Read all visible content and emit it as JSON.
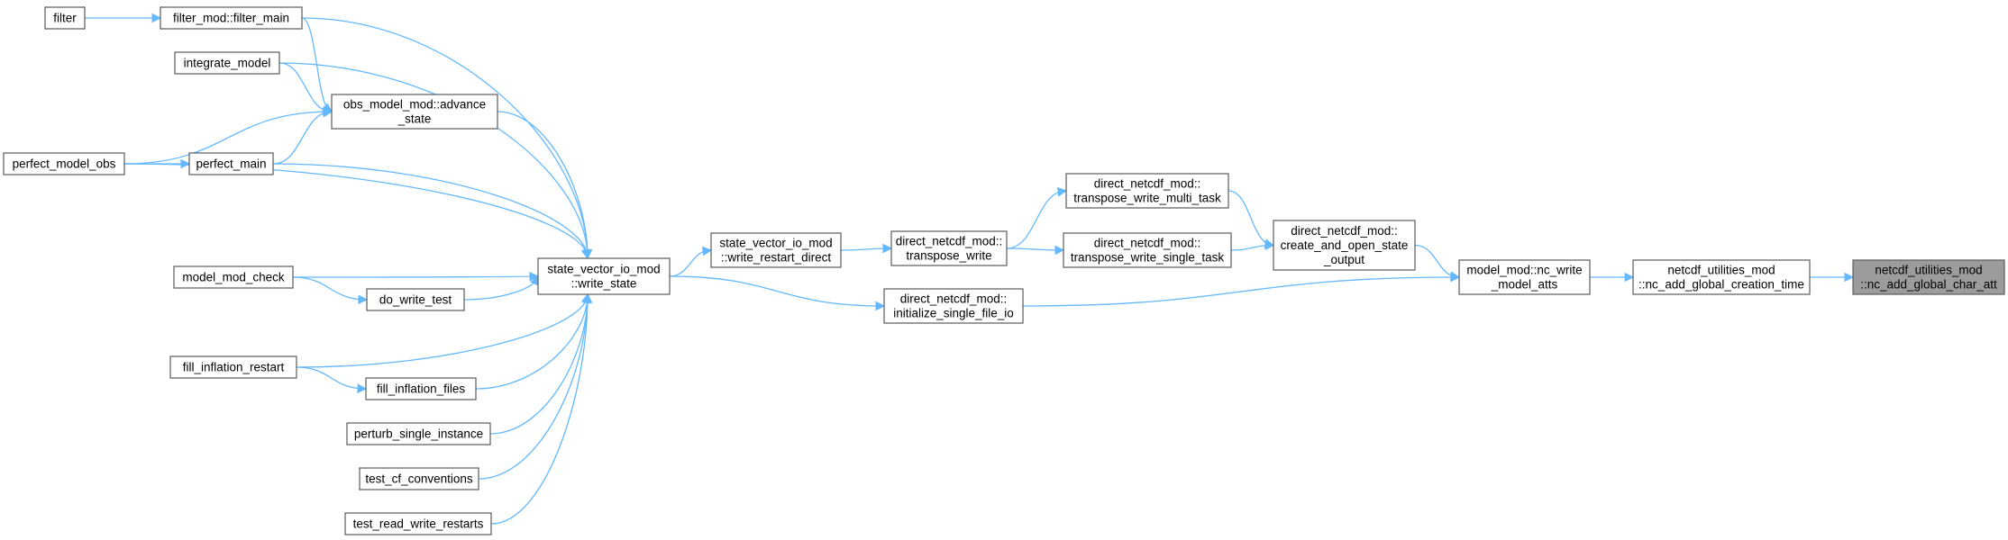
{
  "graph": {
    "type": "caller-graph",
    "colors": {
      "edge": "#63b8ff",
      "root_fill": "#9c9c9c",
      "node_border": "#5a5a5a"
    },
    "nodes": [
      {
        "id": "filter",
        "lines": [
          "filter"
        ]
      },
      {
        "id": "filter_main",
        "lines": [
          "filter_mod::filter_main"
        ]
      },
      {
        "id": "integrate_model",
        "lines": [
          "integrate_model"
        ]
      },
      {
        "id": "advance_state",
        "lines": [
          "obs_model_mod::advance",
          "_state"
        ]
      },
      {
        "id": "perfect_model_obs",
        "lines": [
          "perfect_model_obs"
        ]
      },
      {
        "id": "perfect_main",
        "lines": [
          "perfect_main"
        ]
      },
      {
        "id": "model_mod_check",
        "lines": [
          "model_mod_check"
        ]
      },
      {
        "id": "do_write_test",
        "lines": [
          "do_write_test"
        ]
      },
      {
        "id": "fill_inflation_restart",
        "lines": [
          "fill_inflation_restart"
        ]
      },
      {
        "id": "fill_inflation_files",
        "lines": [
          "fill_inflation_files"
        ]
      },
      {
        "id": "perturb_single_instance",
        "lines": [
          "perturb_single_instance"
        ]
      },
      {
        "id": "test_cf_conventions",
        "lines": [
          "test_cf_conventions"
        ]
      },
      {
        "id": "test_read_write_restarts",
        "lines": [
          "test_read_write_restarts"
        ]
      },
      {
        "id": "write_state",
        "lines": [
          "state_vector_io_mod",
          "::write_state"
        ]
      },
      {
        "id": "write_restart_direct",
        "lines": [
          "state_vector_io_mod",
          "::write_restart_direct"
        ]
      },
      {
        "id": "transpose_write",
        "lines": [
          "direct_netcdf_mod::",
          "transpose_write"
        ]
      },
      {
        "id": "initialize_single_file_io",
        "lines": [
          "direct_netcdf_mod::",
          "initialize_single_file_io"
        ]
      },
      {
        "id": "transpose_write_multi_task",
        "lines": [
          "direct_netcdf_mod::",
          "transpose_write_multi_task"
        ]
      },
      {
        "id": "transpose_write_single_task",
        "lines": [
          "direct_netcdf_mod::",
          "transpose_write_single_task"
        ]
      },
      {
        "id": "create_and_open_state_output",
        "lines": [
          "direct_netcdf_mod::",
          "create_and_open_state",
          "_output"
        ]
      },
      {
        "id": "nc_write_model_atts",
        "lines": [
          "model_mod::nc_write",
          "_model_atts"
        ]
      },
      {
        "id": "nc_add_global_creation_time",
        "lines": [
          "netcdf_utilities_mod",
          "::nc_add_global_creation_time"
        ]
      },
      {
        "id": "nc_add_global_char_att",
        "lines": [
          "netcdf_utilities_mod",
          "::nc_add_global_char_att"
        ],
        "root": true
      }
    ],
    "edges": [
      {
        "from": "filter_main",
        "to": "filter"
      },
      {
        "from": "advance_state",
        "to": "filter_main"
      },
      {
        "from": "write_state",
        "to": "filter_main"
      },
      {
        "from": "advance_state",
        "to": "integrate_model"
      },
      {
        "from": "write_state",
        "to": "integrate_model"
      },
      {
        "from": "advance_state",
        "to": "perfect_model_obs"
      },
      {
        "from": "advance_state",
        "to": "perfect_main"
      },
      {
        "from": "write_state",
        "to": "advance_state"
      },
      {
        "from": "perfect_main",
        "to": "perfect_model_obs"
      },
      {
        "from": "write_state",
        "to": "perfect_model_obs"
      },
      {
        "from": "write_state",
        "to": "perfect_main"
      },
      {
        "from": "write_state",
        "to": "model_mod_check"
      },
      {
        "from": "do_write_test",
        "to": "model_mod_check"
      },
      {
        "from": "write_state",
        "to": "do_write_test"
      },
      {
        "from": "write_state",
        "to": "fill_inflation_restart"
      },
      {
        "from": "fill_inflation_files",
        "to": "fill_inflation_restart"
      },
      {
        "from": "write_state",
        "to": "fill_inflation_files"
      },
      {
        "from": "write_state",
        "to": "perturb_single_instance"
      },
      {
        "from": "write_state",
        "to": "test_cf_conventions"
      },
      {
        "from": "write_state",
        "to": "test_read_write_restarts"
      },
      {
        "from": "write_restart_direct",
        "to": "write_state"
      },
      {
        "from": "initialize_single_file_io",
        "to": "write_state"
      },
      {
        "from": "transpose_write",
        "to": "write_restart_direct"
      },
      {
        "from": "transpose_write_multi_task",
        "to": "transpose_write"
      },
      {
        "from": "transpose_write_single_task",
        "to": "transpose_write"
      },
      {
        "from": "nc_write_model_atts",
        "to": "initialize_single_file_io"
      },
      {
        "from": "create_and_open_state_output",
        "to": "transpose_write_multi_task"
      },
      {
        "from": "create_and_open_state_output",
        "to": "transpose_write_single_task"
      },
      {
        "from": "nc_write_model_atts",
        "to": "create_and_open_state_output"
      },
      {
        "from": "nc_add_global_creation_time",
        "to": "nc_write_model_atts"
      },
      {
        "from": "nc_add_global_char_att",
        "to": "nc_add_global_creation_time"
      }
    ]
  }
}
